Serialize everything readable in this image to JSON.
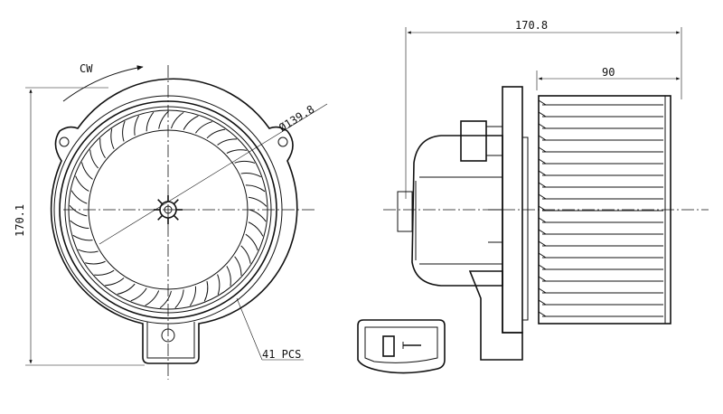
{
  "labels": {
    "rotation": "CW",
    "height_dim": "170.1",
    "diameter_dim": "Ø139.8",
    "blade_count": "41 PCS",
    "overall_length": "170.8",
    "wheel_length": "90"
  },
  "diagram_data": {
    "views": [
      "front view",
      "side view",
      "connector detail"
    ],
    "blade_count": 41,
    "rotation_direction": "clockwise",
    "dimensions_mm": {
      "height": 170.1,
      "wheel_diameter": 139.8,
      "overall_length": 170.8,
      "wheel_length": 90
    }
  }
}
